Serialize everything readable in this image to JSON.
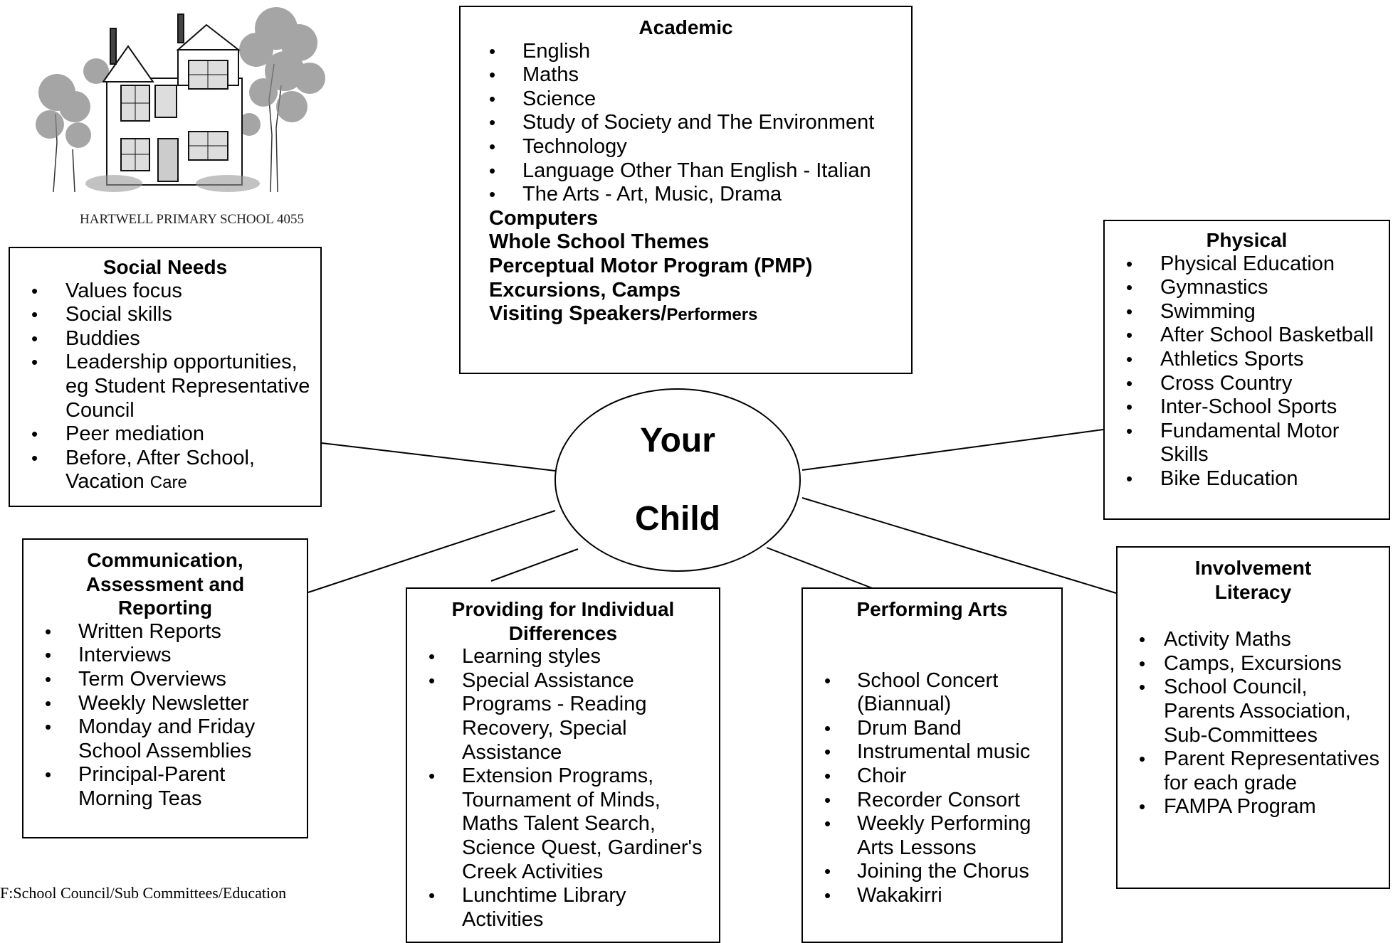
{
  "logo": {
    "caption": "HARTWELL PRIMARY SCHOOL 4055"
  },
  "center": {
    "line1": "Your",
    "line2": "Child"
  },
  "academic": {
    "title": "Academic",
    "items": [
      "English",
      "Maths",
      "Science",
      "Study of Society and The Environment",
      "Technology",
      "Language Other Than English - Italian",
      "The Arts - Art, Music, Drama"
    ],
    "extras": [
      "Computers",
      "Whole School Themes",
      "Perceptual Motor Program (PMP)",
      "Excursions, Camps"
    ],
    "extra_last_a": "Visiting Speakers/",
    "extra_last_b": "Performers"
  },
  "social": {
    "title": "Social Needs",
    "items": [
      "Values focus",
      "Social skills",
      "Buddies",
      "Leadership opportunities, eg  Student Representative Council",
      "Peer mediation"
    ],
    "last_item_a": "Before, After School, Vacation ",
    "last_item_b": "Care"
  },
  "physical": {
    "title": "Physical",
    "items": [
      "Physical Education",
      "Gymnastics",
      "Swimming",
      "After School Basketball",
      "Athletics Sports",
      "Cross Country",
      "Inter-School Sports",
      "Fundamental Motor Skills",
      "Bike Education"
    ]
  },
  "communication": {
    "title": "Communication, Assessment and Reporting",
    "items": [
      "Written Reports",
      "Interviews",
      "Term Overviews",
      "Weekly Newsletter",
      "Monday and Friday School Assemblies",
      "Principal-Parent Morning Teas"
    ]
  },
  "individual": {
    "title": "Providing for Individual Differences",
    "items": [
      "Learning styles",
      "Special Assistance Programs - Reading Recovery, Special Assistance",
      "Extension Programs, Tournament of Minds, Maths Talent Search, Science Quest, Gardiner's Creek Activities",
      "Lunchtime Library Activities"
    ]
  },
  "performing": {
    "title": "Performing Arts",
    "items": [
      "School Concert (Biannual)",
      "Drum Band",
      "Instrumental music",
      "Choir",
      "Recorder Consort",
      "Weekly Performing Arts Lessons",
      "Joining the Chorus",
      "Wakakirri"
    ]
  },
  "involvement": {
    "title_line1": "Involvement",
    "title_line2": "Literacy",
    "items": [
      "Activity Maths",
      "Camps, Excursions",
      "School Council, Parents Association, Sub-Committees",
      "Parent Representatives for each grade",
      "FAMPA Program"
    ]
  },
  "footer": {
    "path": "F:School Council/Sub Committees/Education"
  }
}
